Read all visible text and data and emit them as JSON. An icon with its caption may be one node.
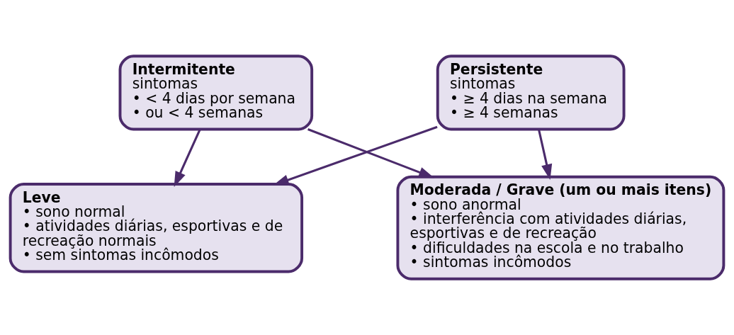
{
  "diagram": {
    "nodes": [
      {
        "text": [
          "Intermitente",
          "sintomas",
          "• < 4 dias por semana",
          "• ou < 4 semanas"
        ]
      },
      {
        "text": [
          "Persistente",
          "sintomas",
          "• ≥ 4 dias na semana",
          "• ≥ 4 semanas"
        ]
      },
      {
        "text": [
          "Leve",
          "• sono normal",
          "• atividades diárias, esportivas e de recreação normais",
          "• sem sintomas incômodos"
        ]
      },
      {
        "text": [
          "Moderada / Grave (um ou mais itens)",
          "• sono anormal",
          "• interferência com atividades diárias, esportivas e de recreação",
          "• dificuldades na escola e no trabalho",
          "• sintomas incômodos"
        ]
      }
    ],
    "edges": [
      {
        "from": 0,
        "to": 2,
        "arrow": "to"
      },
      {
        "from": 0,
        "to": 3,
        "arrow": "to"
      },
      {
        "from": 1,
        "to": 2,
        "arrow": "to"
      },
      {
        "from": 1,
        "to": 3,
        "arrow": "to"
      }
    ]
  }
}
